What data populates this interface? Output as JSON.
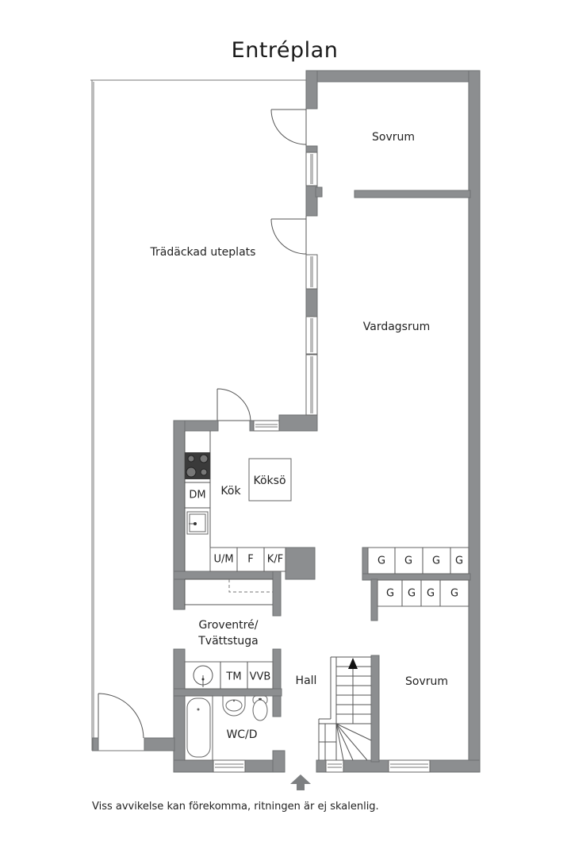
{
  "title": "Entréplan",
  "rooms": {
    "sovrum_top": "Sovrum",
    "deck": "Trädäckad uteplats",
    "vardagsrum": "Vardagsrum",
    "kok": "Kök",
    "koksö": "Köksö",
    "dm": "DM",
    "um": "U/M",
    "f": "F",
    "kf": "K/F",
    "groventre_line1": "Groventré/",
    "groventre_line2": "Tvättstuga",
    "tm": "TM",
    "vvb": "VVB",
    "hall": "Hall",
    "wcd": "WC/D",
    "sovrum_bottom": "Sovrum"
  },
  "wardrobes": {
    "row1": [
      "G",
      "G",
      "G",
      "G"
    ],
    "row2": [
      "G",
      "G",
      "G",
      "G"
    ]
  },
  "colors": {
    "wall": "#8c8e90",
    "wall_stroke": "#6e7072",
    "line": "#555555"
  },
  "icons": {
    "entrance": "entrance-arrow-icon",
    "stairs": "stairs-up-arrow-icon",
    "stove": "stove-icon",
    "sink": "sink-icon",
    "bathtub": "bathtub-icon",
    "toilet": "toilet-icon",
    "washbasin": "washbasin-icon",
    "floor_drain": "floor-drain-icon"
  },
  "disclaimer": "Viss avvikelse kan förekomma, ritningen är ej skalenlig."
}
